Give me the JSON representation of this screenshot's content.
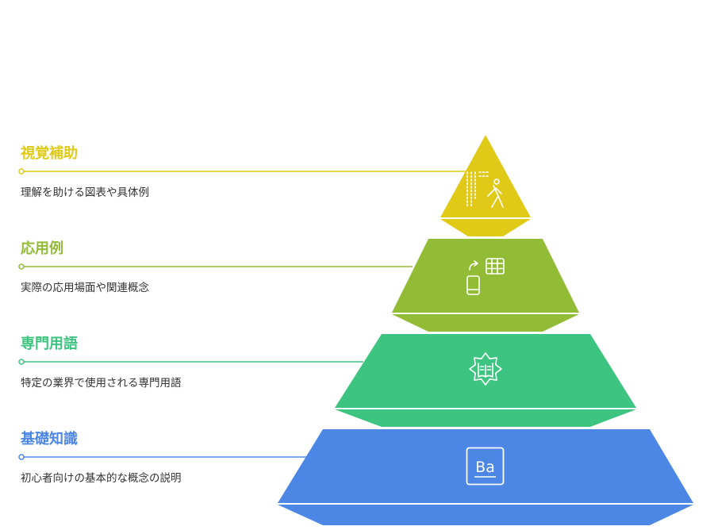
{
  "levels": [
    {
      "title": "視覚補助",
      "description": "理解を助ける図表や具体例",
      "color": "#E0CA17",
      "icon": "walking-person-grid-icon"
    },
    {
      "title": "応用例",
      "description": "実際の応用場面や関連概念",
      "color": "#93BC36",
      "icon": "device-sync-table-icon"
    },
    {
      "title": "専門用語",
      "description": "特定の業界で使用される専門用語",
      "color": "#3CC480",
      "icon": "badge-book-icon"
    },
    {
      "title": "基礎知識",
      "description": "初心者向けの基本的な概念の説明",
      "color": "#4C87E5",
      "icon": "periodic-element-icon"
    }
  ],
  "icon_labels": {
    "element": "Ba"
  }
}
